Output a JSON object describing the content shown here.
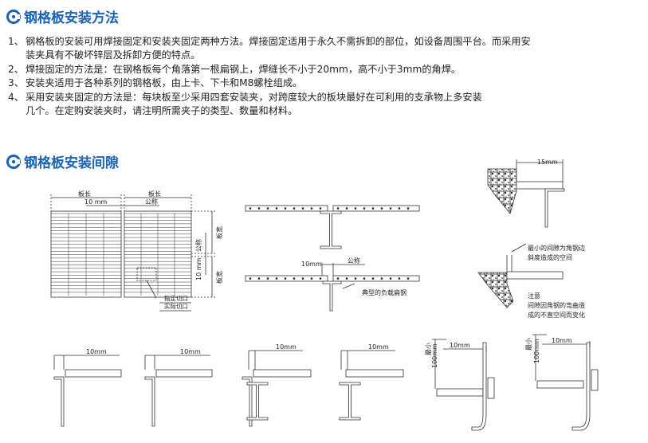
{
  "section1": {
    "title": "钢格板安装方法",
    "items": [
      {
        "num": "1、",
        "lines": [
          "钢格板的安装可用焊接固定和安装夹固定两种方法。焊接固定适用于永久不需拆卸的部位，如设备周围平台。而采用安",
          "装夹具有不破坏锌层及拆卸方便的特点。"
        ]
      },
      {
        "num": "2、",
        "lines": [
          "焊接固定的方法是：在钢格板每个角落第一根扁钢上，焊缝长不小于20mm，高不小于3mm的角焊。"
        ]
      },
      {
        "num": "3、",
        "lines": [
          "安装夹适用于各种系列的钢格板，由上卡、下卡和M8螺栓组成。"
        ]
      },
      {
        "num": "4、",
        "lines": [
          "采用安装夹固定的方法是：每块板至少采用四套安装夹，对跨度较大的板块最好在可利用的支承物上多安装",
          "几个。在定购安装夹时，请注明所需夹子的类型、数量和材料。"
        ]
      }
    ]
  },
  "section2": {
    "title": "钢格板安装间隙"
  },
  "diagram": {
    "plan": {
      "board_length_1": "板长",
      "board_length_2": "板长",
      "gap_10mm": "10 mm",
      "nominal_top": "公称",
      "nominal_side": "公称",
      "gap_side_10mm": "10 mm",
      "board_width_1": "板宽",
      "board_width_2": "板宽",
      "specified_cut": "指定切口",
      "actual_cut": "实际切口"
    },
    "section": {
      "gap_10mm": "10mm",
      "nominal": "公称",
      "bearing_bar_note": "典型的负载扁钢"
    },
    "angle": {
      "dim_15mm": "15mm",
      "note_min_gap_1": "最小的间隙为角钢边",
      "note_min_gap_2": "斜度造成的空间",
      "note_title": "注意",
      "note_2_line1": "间隙因角钢的弯曲造",
      "note_2_line2": "成的不直空间而变化"
    },
    "bottom": {
      "gap_a": "10mm",
      "gap_b": "10mm",
      "gap_c": "10mm",
      "gap_d": "10mm",
      "gap_e": "10mm",
      "gap_f": "10mm",
      "min_label_1": "最小",
      "min_value_1": "100mm",
      "min_label_2": "最小",
      "min_value_2": "100mm"
    }
  }
}
